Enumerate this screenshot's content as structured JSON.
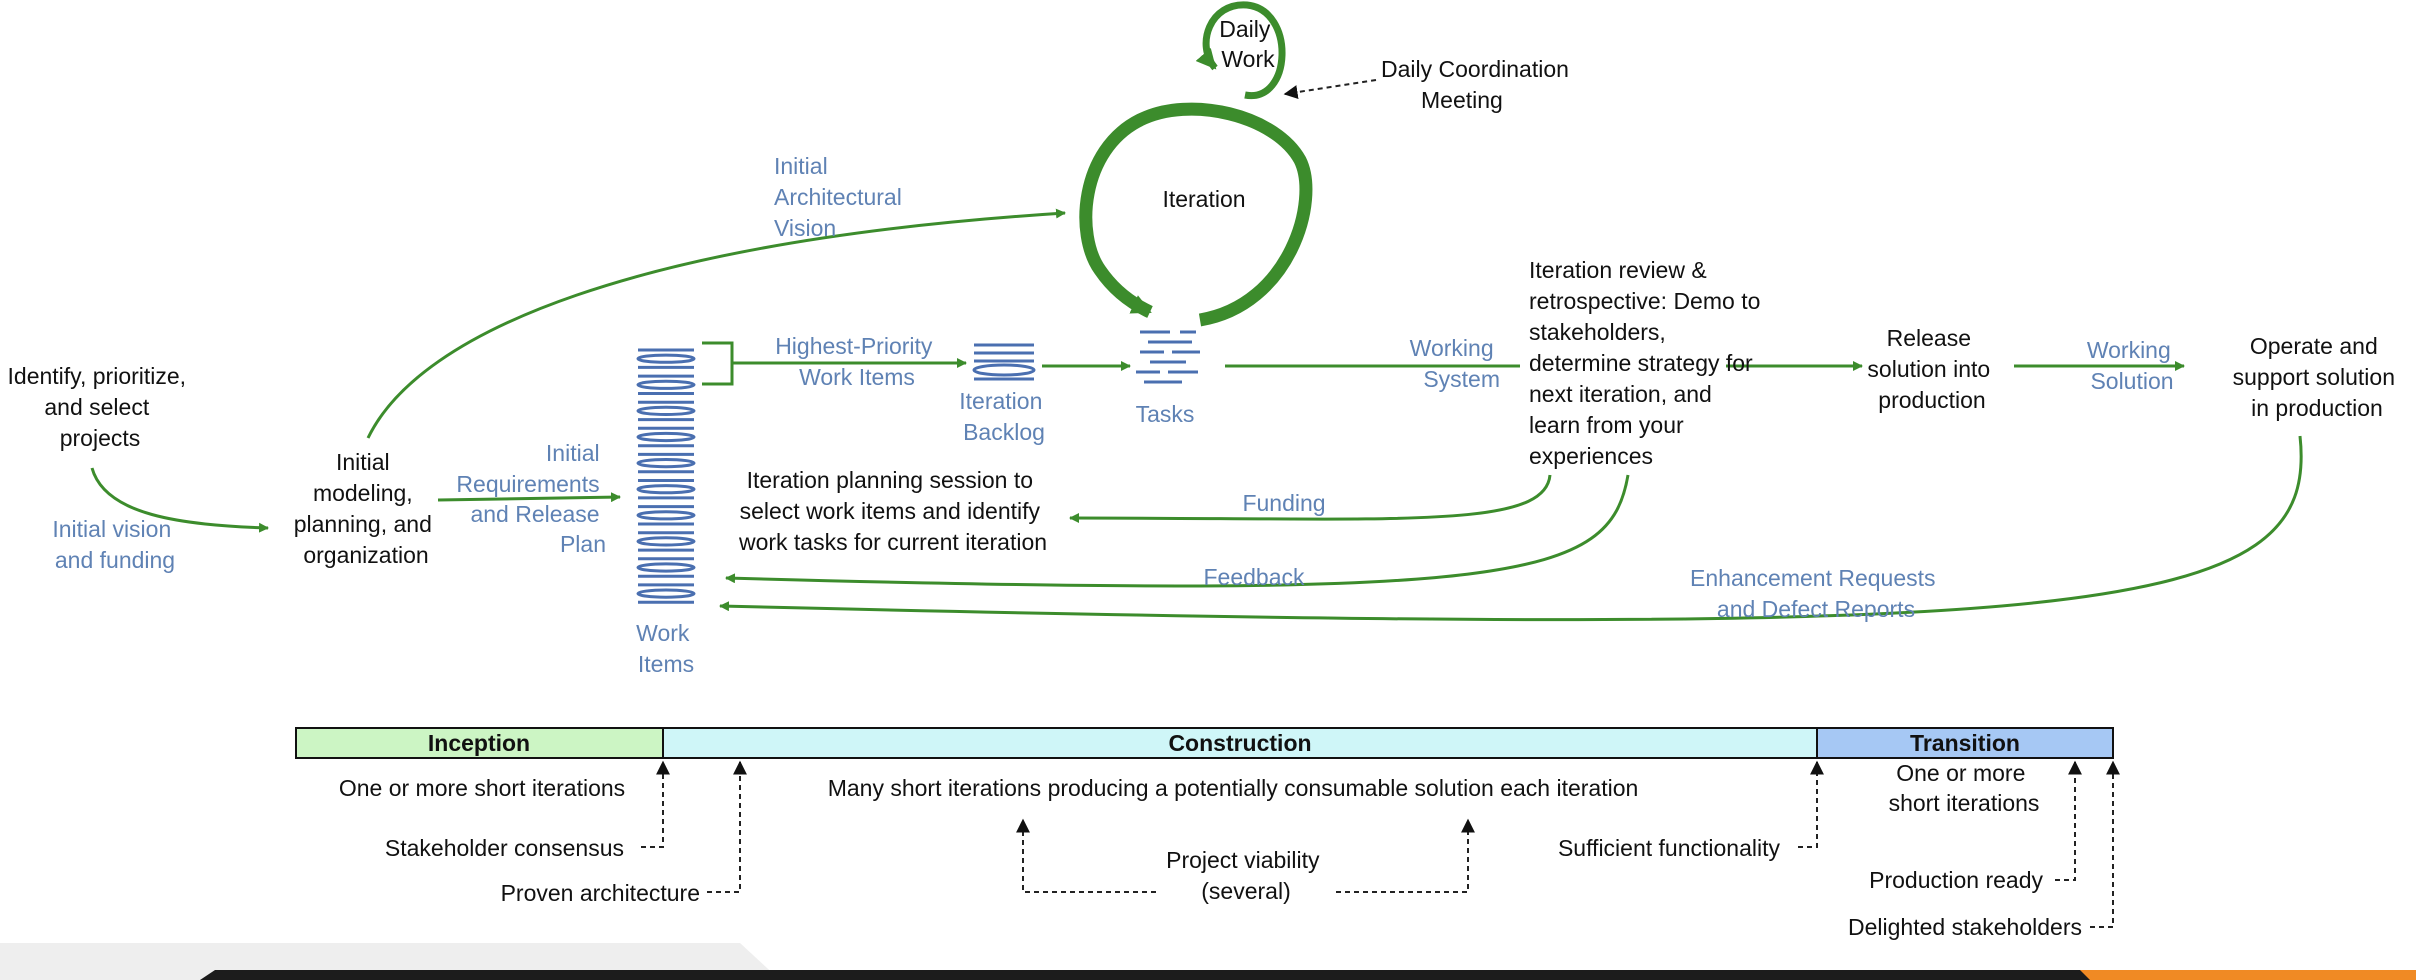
{
  "colors": {
    "flow": "#3c8c2c",
    "label_blue": "#5f82b4",
    "work_item_blue": "#4a6fb0",
    "inception_fill": "#ccf5c4",
    "construction_fill": "#cff6f8",
    "transition_fill": "#a6c8f4",
    "footer_dark": "#1c1c1c",
    "footer_orange": "#f08a24",
    "footer_gray": "#eeeeee"
  },
  "nodes": {
    "identify": [
      "Identify, prioritize,",
      "and select",
      "projects"
    ],
    "initial_vision_funding": [
      "Initial vision",
      "and funding"
    ],
    "initial_modeling": [
      "Initial",
      "modeling,",
      "planning, and",
      "organization"
    ],
    "initial_arch_vision": [
      "Initial",
      "Architectural",
      "Vision"
    ],
    "initial_requirements": [
      "Initial",
      "Requirements",
      "and Release",
      "Plan"
    ],
    "work_items": [
      "Work",
      "Items"
    ],
    "highest_priority": [
      "Highest-Priority",
      "Work Items"
    ],
    "iteration_backlog": [
      "Iteration",
      "Backlog"
    ],
    "tasks": "Tasks",
    "daily_work": [
      "Daily",
      "Work"
    ],
    "daily_coordination": [
      "Daily Coordination",
      "Meeting"
    ],
    "iteration": "Iteration",
    "planning_session": [
      "Iteration planning session to",
      "select work items and identify",
      "work tasks for current iteration"
    ],
    "funding": "Funding",
    "feedback": "Feedback",
    "working_system": [
      "Working",
      "System"
    ],
    "review": [
      "Iteration review &",
      "retrospective: Demo to",
      "stakeholders,",
      "determine strategy for",
      "next iteration, and",
      "learn from your",
      "experiences"
    ],
    "release": [
      "Release",
      "solution into",
      "production"
    ],
    "working_solution": [
      "Working",
      "Solution"
    ],
    "operate": [
      "Operate and",
      "support solution",
      "in production"
    ],
    "enhancement": [
      "Enhancement Requests",
      "and Defect Reports"
    ]
  },
  "timeline": {
    "phases": [
      "Inception",
      "Construction",
      "Transition"
    ],
    "inception_desc": "One or more short iterations",
    "construction_desc": "Many short iterations producing a potentially consumable solution each iteration",
    "transition_desc": [
      "One or more",
      "short iterations"
    ],
    "milestones": {
      "stakeholder_consensus": "Stakeholder consensus",
      "proven_architecture": "Proven architecture",
      "project_viability": [
        "Project viability",
        "(several)"
      ],
      "sufficient_functionality": "Sufficient functionality",
      "production_ready": "Production ready",
      "delighted_stakeholders": "Delighted stakeholders"
    }
  }
}
